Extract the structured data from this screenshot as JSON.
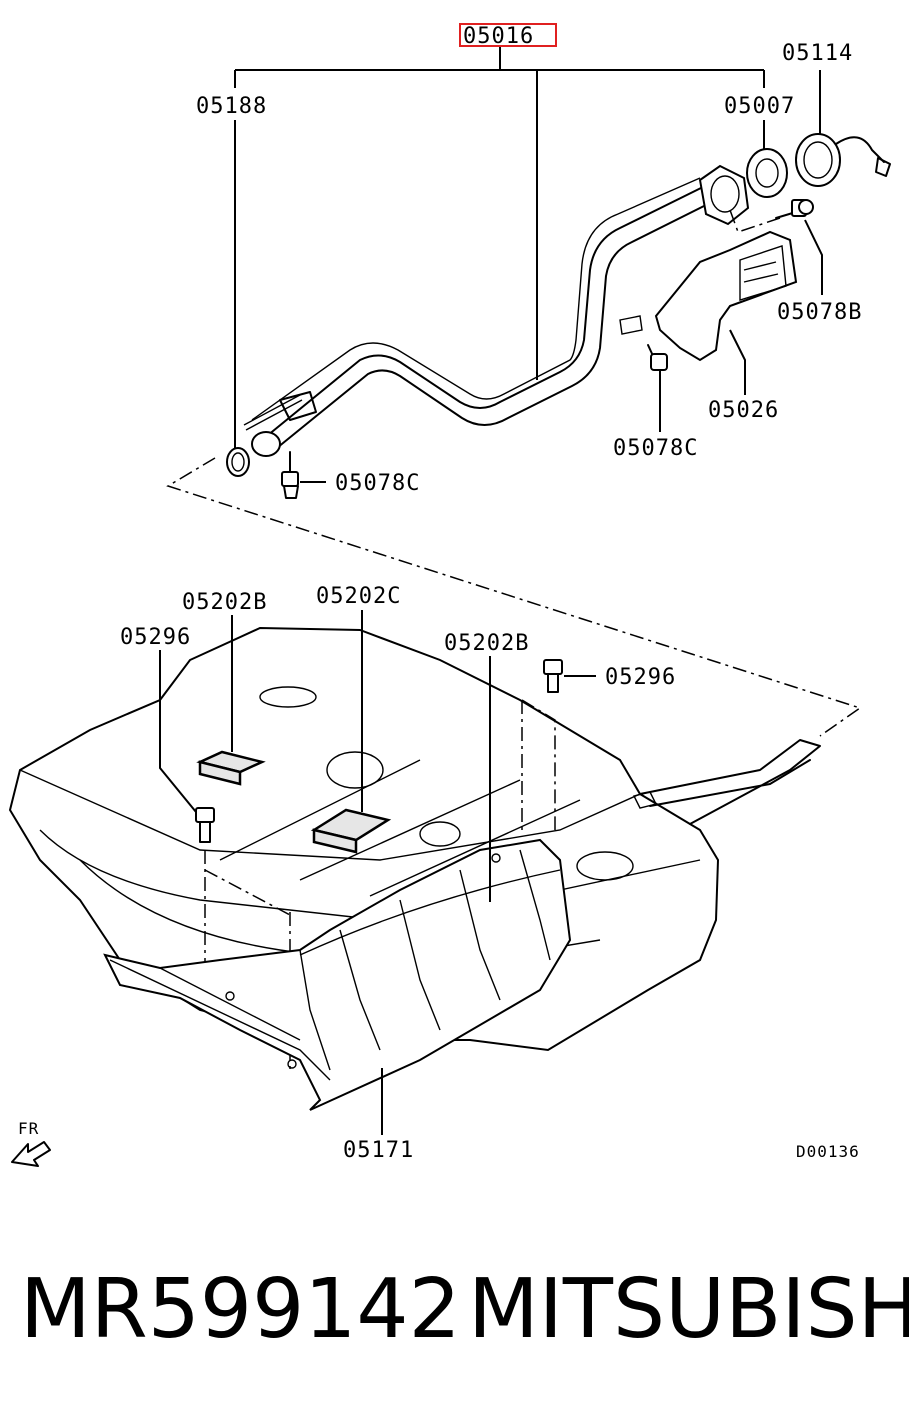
{
  "diagram": {
    "parts": [
      {
        "id": "05016",
        "highlight_color": "#e02020"
      },
      {
        "id": "05114"
      },
      {
        "id": "05188"
      },
      {
        "id": "05007"
      },
      {
        "id": "05078B"
      },
      {
        "id": "05026"
      },
      {
        "id": "05078C"
      },
      {
        "id": "05078C"
      },
      {
        "id": "05202B"
      },
      {
        "id": "05202C"
      },
      {
        "id": "05296"
      },
      {
        "id": "05202B"
      },
      {
        "id": "05296"
      },
      {
        "id": "05171"
      }
    ],
    "direction_label": "FR",
    "diagram_code": "D00136"
  },
  "footer": {
    "part_number": "MR599142",
    "brand": "MITSUBISHI"
  }
}
